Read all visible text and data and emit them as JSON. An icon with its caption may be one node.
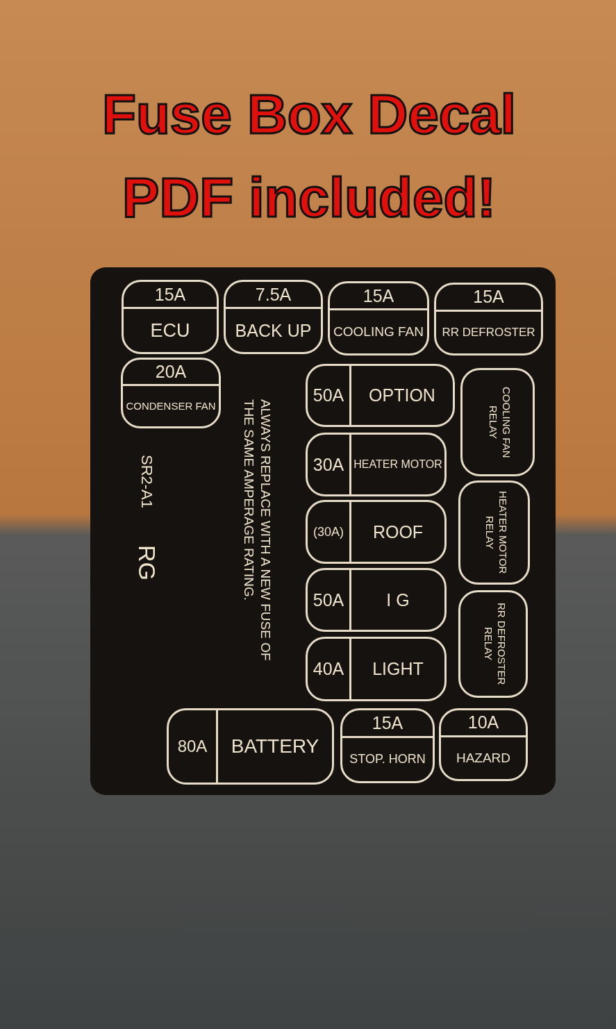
{
  "diagram": {
    "title": "Fuse Box Decal PDF included!",
    "nodes": [
      {
        "text": [
          "15A",
          "ECU"
        ]
      },
      {
        "text": [
          "7.5A",
          "BACK UP"
        ]
      },
      {
        "text": [
          "15A",
          "COOLING FAN"
        ]
      },
      {
        "text": [
          "15A",
          "RR DEFROSTER"
        ]
      },
      {
        "text": [
          "20A",
          "CONDENSER FAN"
        ]
      },
      {
        "text": [
          "50A",
          "OPTION"
        ]
      },
      {
        "text": [
          "COOLING FAN RELAY"
        ]
      },
      {
        "text": [
          "30A",
          "HEATER MOTOR"
        ]
      },
      {
        "text": [
          "HEATER MOTOR RELAY"
        ]
      },
      {
        "text": [
          "(30A)",
          "ROOF"
        ]
      },
      {
        "text": [
          "50A",
          "I G"
        ]
      },
      {
        "text": [
          "RR DEFROSTER RELAY"
        ]
      },
      {
        "text": [
          "40A",
          "LIGHT"
        ]
      },
      {
        "text": [
          "80A",
          "BATTERY"
        ]
      },
      {
        "text": [
          "15A",
          "STOP. HORN"
        ]
      },
      {
        "text": [
          "10A",
          "HAZARD"
        ]
      }
    ],
    "labels": [
      "SR2-A1",
      "RG",
      "ALWAYS REPLACE WITH A NEW FUSE OF THE SAME AMPERAGE RATING."
    ]
  }
}
